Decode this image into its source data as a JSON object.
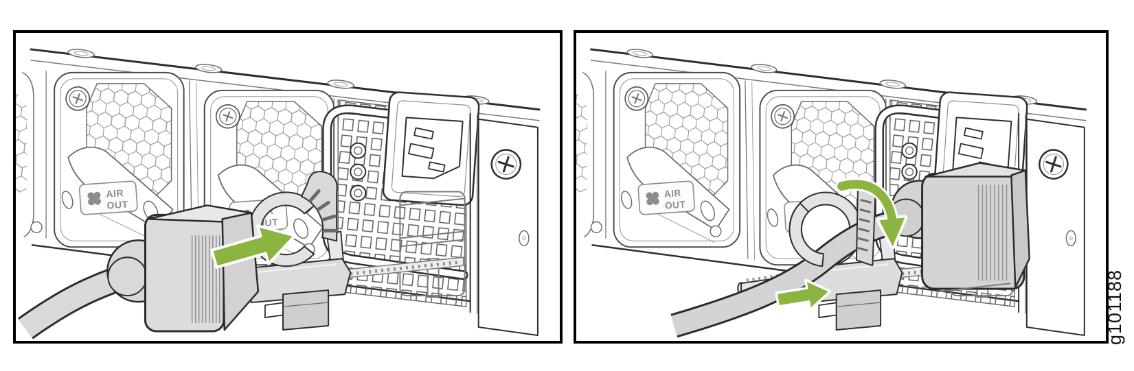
{
  "figure": {
    "id_label": "g101188"
  },
  "psu_label": {
    "line1": "AIR",
    "line2": "OUT"
  },
  "colors": {
    "arrow_green": "#8CB440",
    "line_dark": "#2D2D2D",
    "line_mid": "#6A6A6A",
    "fill_gray": "#D8D8D8",
    "label_gray": "#8C8C8C",
    "panel_border": "#000000"
  }
}
